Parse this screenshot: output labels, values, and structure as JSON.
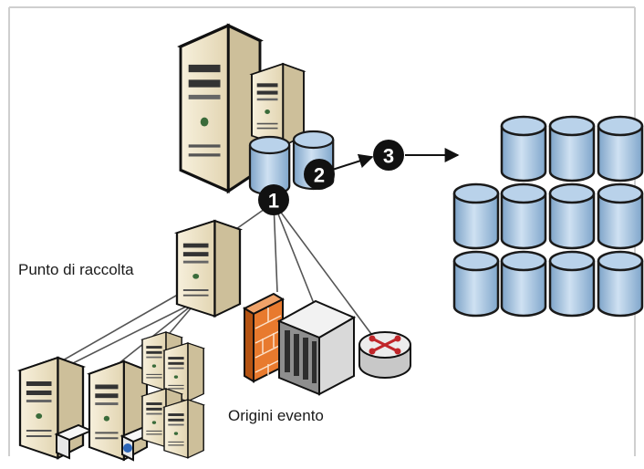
{
  "labels": {
    "collection_point": "Punto di raccolta",
    "event_sources": "Origini evento"
  },
  "steps": [
    "1",
    "2",
    "3"
  ],
  "icons": {
    "main_server": "tower-server-icon",
    "collection_server": "tower-server-icon",
    "firewall": "firewall-icon",
    "switch": "network-switch-icon",
    "router": "router-icon",
    "archive": "database-cylinders-icon"
  },
  "colors": {
    "server_body": "#efe4c8",
    "cylinder": "#a9c7e3",
    "firewall": "#e87a2e",
    "badge": "#111111"
  }
}
